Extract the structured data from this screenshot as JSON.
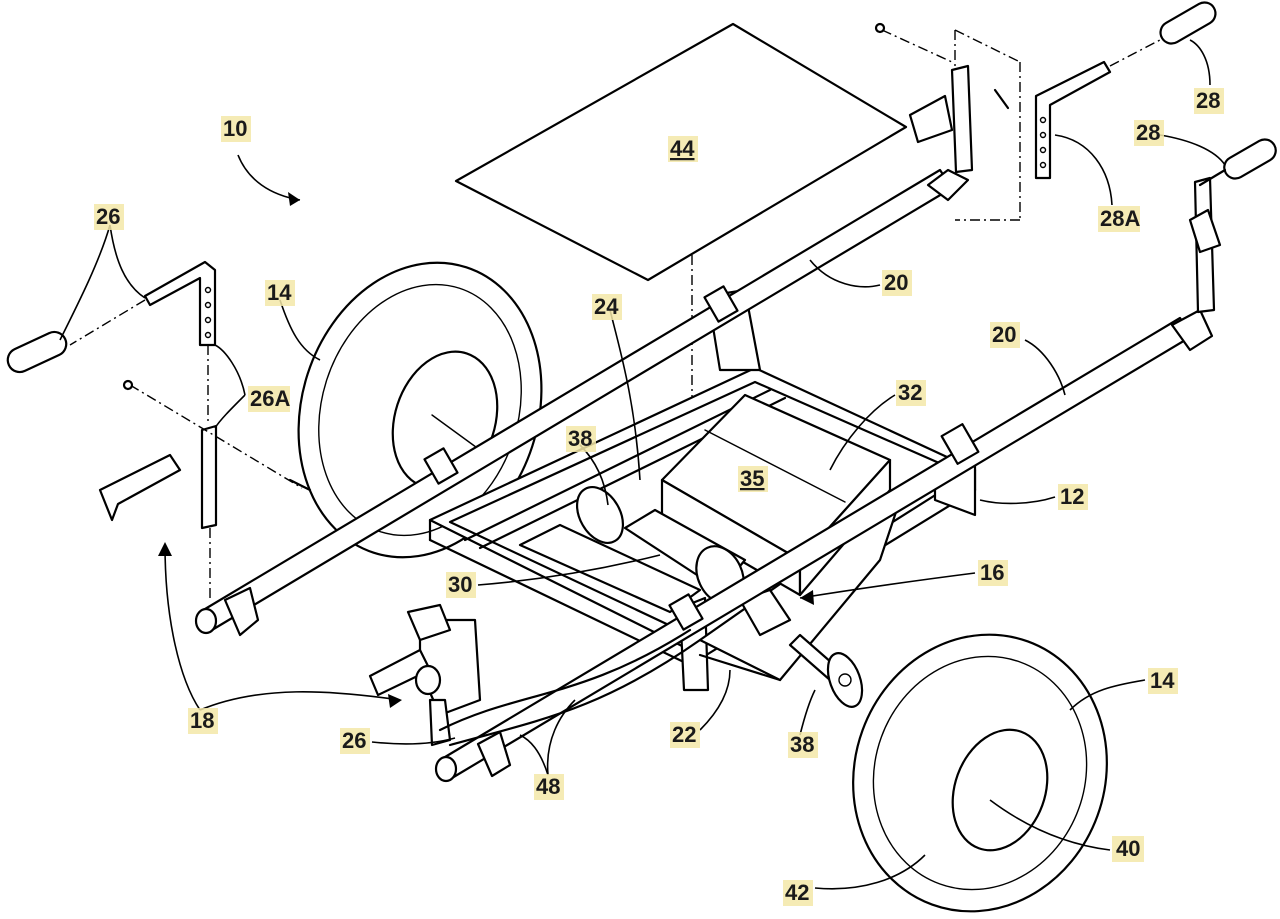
{
  "figure": {
    "background_color": "#ffffff",
    "line_color": "#000000",
    "label_highlight_color": "#f3e8a8",
    "reference_numerals": {
      "assembly": "10",
      "frame": "12",
      "wheel_left": "14",
      "wheel_right": "14",
      "subframe": "16",
      "tow_bar": "18",
      "bar_rear": "20",
      "bar_front": "20",
      "hitch": "22",
      "crossmember": "24",
      "handle_left": "26",
      "handle_left_upright": "26A",
      "handle_front": "26",
      "grip_right_top": "28",
      "grip_right": "28",
      "handle_right_upright": "28A",
      "motor": "30",
      "battery": "32",
      "battery_compartment": "35",
      "hub_left": "38",
      "hub_right": "38",
      "hub_center": "40",
      "tire": "42",
      "platform": "44",
      "cables": "48"
    }
  }
}
